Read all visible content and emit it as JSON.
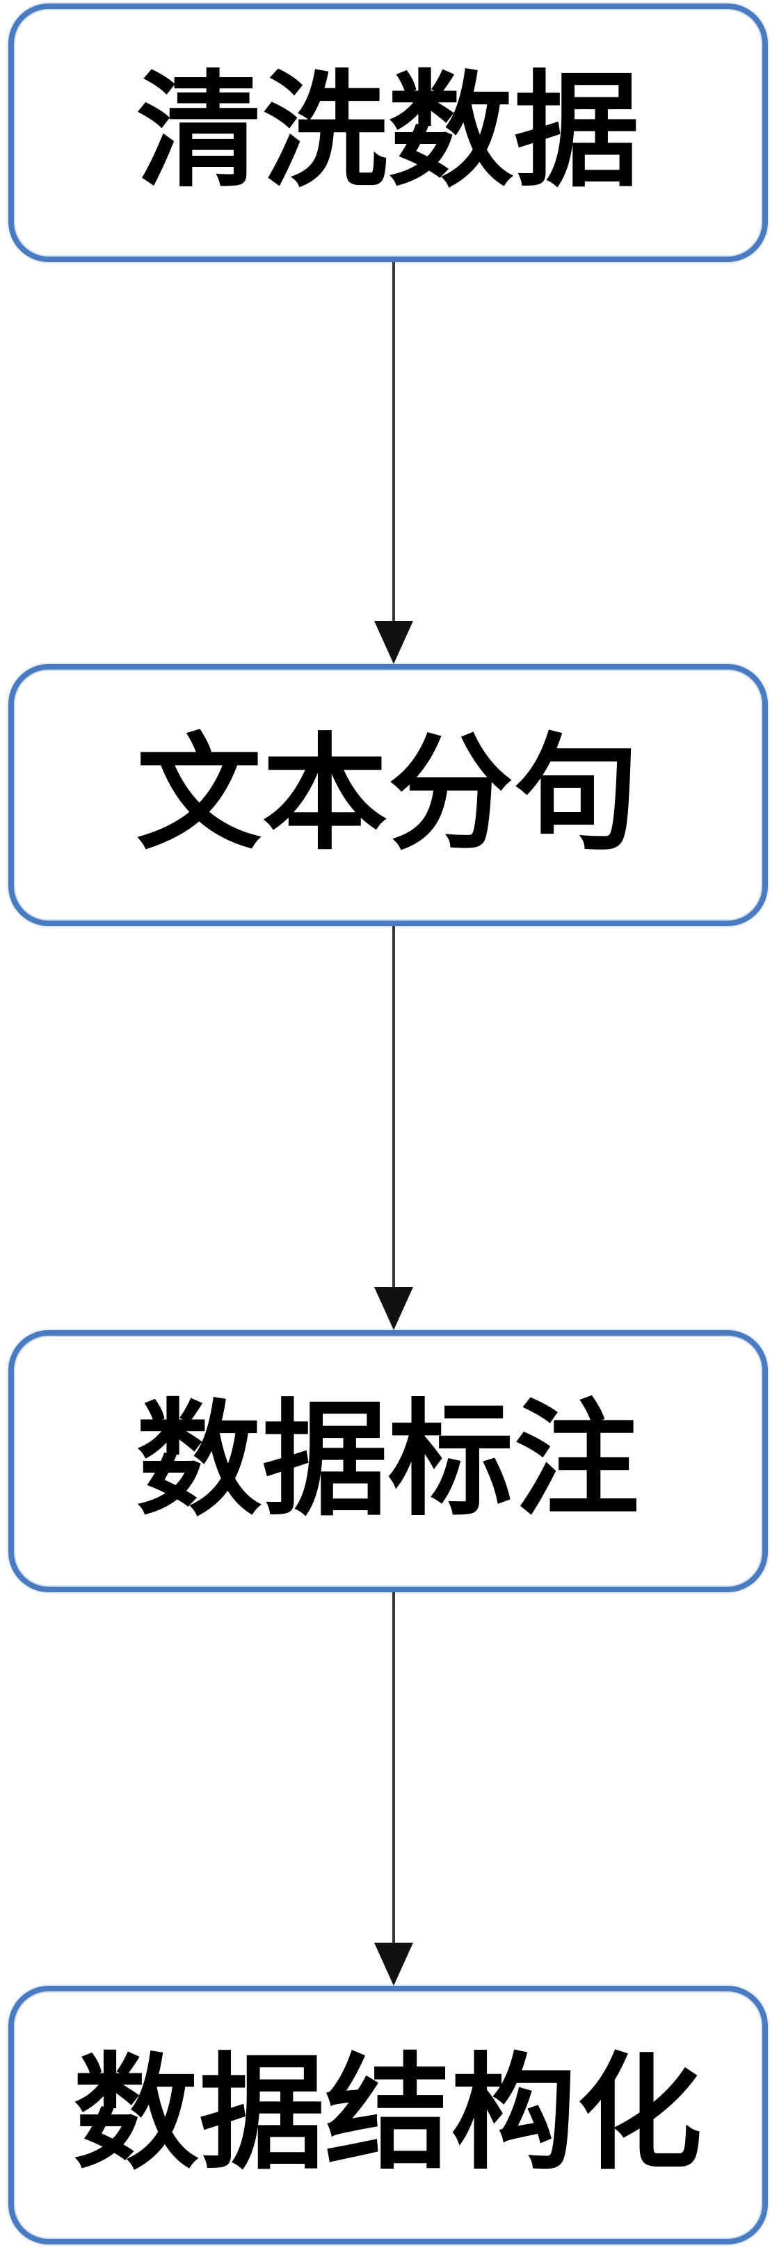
{
  "flowchart": {
    "type": "vertical-process-flow",
    "nodes": [
      {
        "label": "清洗数据"
      },
      {
        "label": "文本分句"
      },
      {
        "label": "数据标注"
      },
      {
        "label": "数据结构化"
      }
    ],
    "edges": [
      {
        "from": 0,
        "to": 1,
        "direction": "down"
      },
      {
        "from": 1,
        "to": 2,
        "direction": "down"
      },
      {
        "from": 2,
        "to": 3,
        "direction": "down"
      }
    ],
    "colors": {
      "node_border": "#4a7ac0",
      "node_fill": "#ffffff",
      "label_text": "#000000",
      "arrow": "#383838",
      "background": "#ffffff"
    }
  }
}
